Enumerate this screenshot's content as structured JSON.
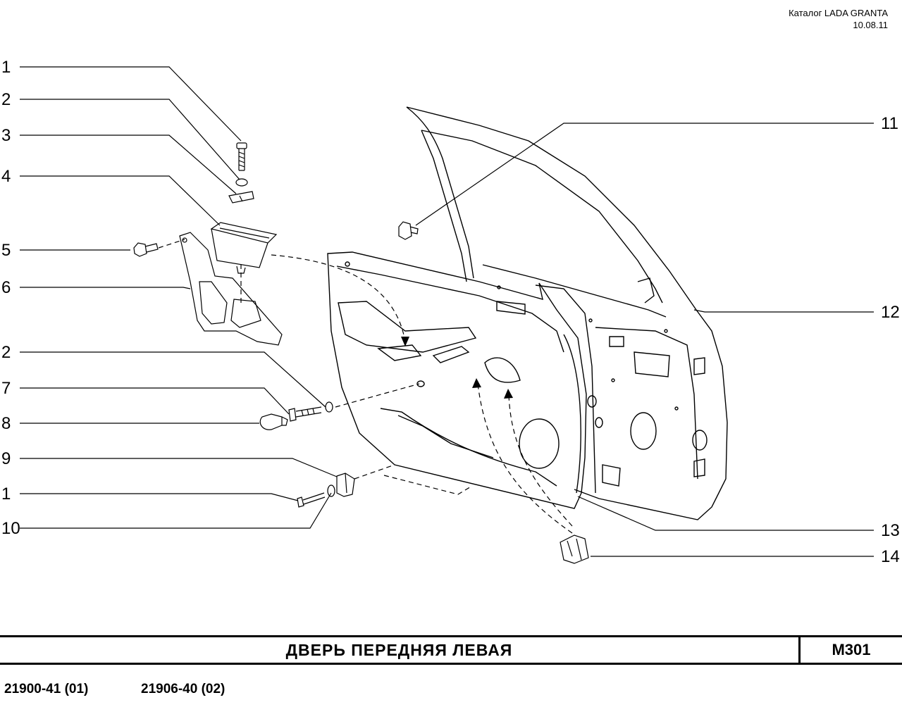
{
  "header": {
    "catalog": "Каталог LADA  GRANTA",
    "date": "10.08.11"
  },
  "title": {
    "name": "ДВЕРЬ  ПЕРЕДНЯЯ  ЛЕВАЯ",
    "code": "M301"
  },
  "models": {
    "first": "21900-41 (01)",
    "second": "21906-40 (02)"
  },
  "callouts": {
    "left": [
      "1",
      "2",
      "3",
      "4",
      "5",
      "6",
      "2",
      "7",
      "8",
      "9",
      "1",
      "10"
    ],
    "right": [
      "11",
      "12",
      "13",
      "14"
    ]
  }
}
